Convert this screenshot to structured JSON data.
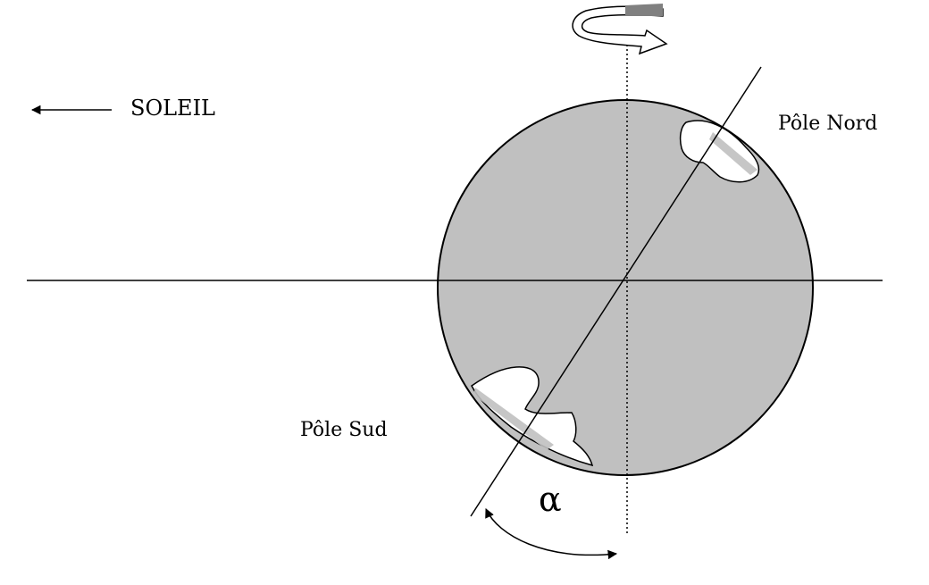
{
  "labels": {
    "sun": "SOLEIL",
    "north_pole": "Pôle Nord",
    "south_pole": "Pôle Sud",
    "tilt_angle": "α"
  },
  "colors": {
    "earth_fill": "#c0c0c0",
    "ice_fill": "#ffffff",
    "stroke": "#000000",
    "background": "#ffffff"
  }
}
